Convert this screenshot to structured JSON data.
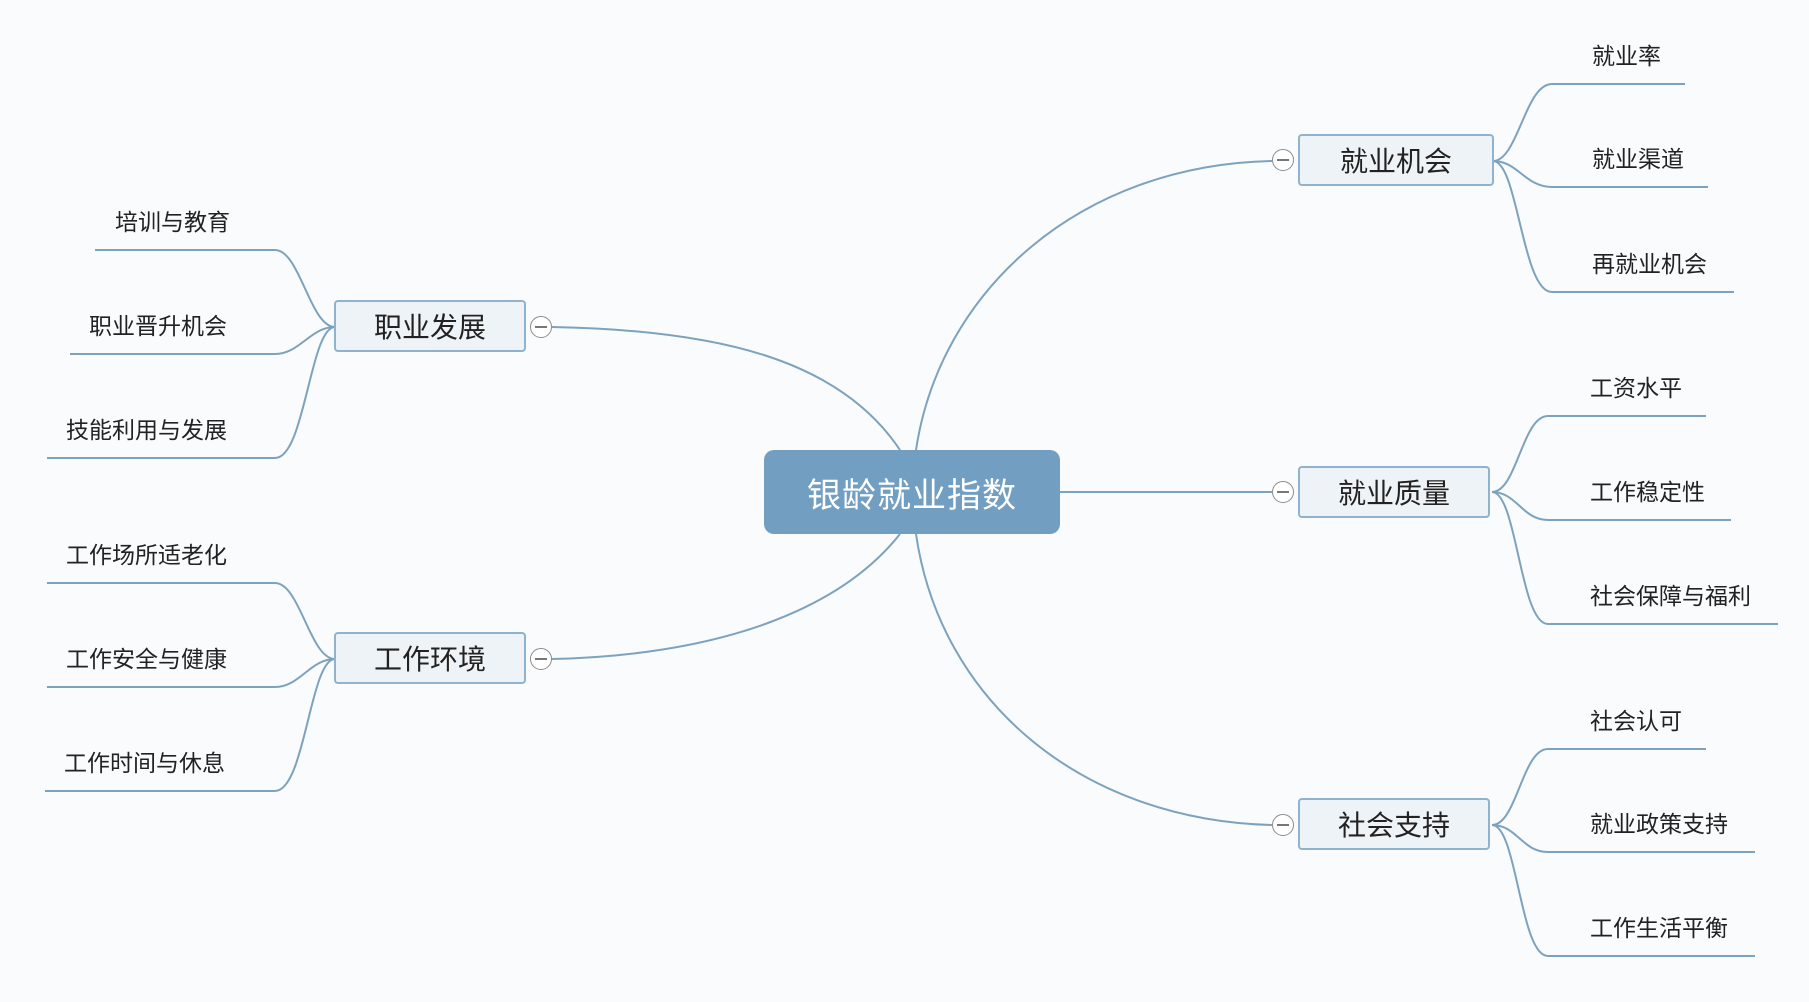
{
  "root": {
    "label": "银龄就业指数"
  },
  "left": [
    {
      "label": "职业发展",
      "children": [
        "培训与教育",
        "职业晋升机会",
        "技能利用与发展"
      ]
    },
    {
      "label": "工作环境",
      "children": [
        "工作场所适老化",
        "工作安全与健康",
        "工作时间与休息"
      ]
    }
  ],
  "right": [
    {
      "label": "就业机会",
      "children": [
        "就业率",
        "就业渠道",
        "再就业机会"
      ]
    },
    {
      "label": "就业质量",
      "children": [
        "工资水平",
        "工作稳定性",
        "社会保障与福利"
      ]
    },
    {
      "label": "社会支持",
      "children": [
        "社会认可",
        "就业政策支持",
        "工作生活平衡"
      ]
    }
  ],
  "colors": {
    "root_fill": "#729fc1",
    "node_fill": "#eef3f7",
    "node_border": "#8fb3cf",
    "link": "#7da2bd"
  }
}
